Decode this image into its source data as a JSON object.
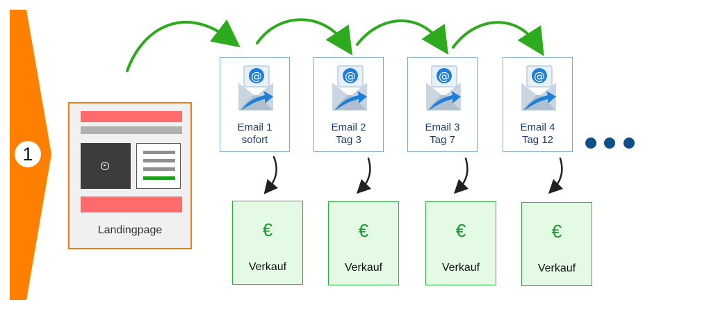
{
  "step_number": "1",
  "landingpage": {
    "label": "Landingpage"
  },
  "emails": [
    {
      "line1": "Email 1",
      "line2": "sofort"
    },
    {
      "line1": "Email 2",
      "line2": "Tag 3"
    },
    {
      "line1": "Email 3",
      "line2": "Tag 7"
    },
    {
      "line1": "Email 4",
      "line2": "Tag 12"
    }
  ],
  "sales": [
    {
      "symbol": "€",
      "label": "Verkauf"
    },
    {
      "symbol": "€",
      "label": "Verkauf"
    },
    {
      "symbol": "€",
      "label": "Verkauf"
    },
    {
      "symbol": "€",
      "label": "Verkauf"
    }
  ],
  "icons": {
    "email": "email-envelope-icon",
    "video": "play-icon",
    "more": "ellipsis-icon"
  },
  "colors": {
    "chevron": "#ff7f00",
    "landing_border": "#f07c14",
    "red_bar": "#ff6b6b",
    "green_arrow": "#2eaa1e",
    "email_border": "#7fa8cc",
    "sale_border": "#2bb23f",
    "sale_fill": "#e4fae4",
    "dots": "#0d4f8a"
  }
}
